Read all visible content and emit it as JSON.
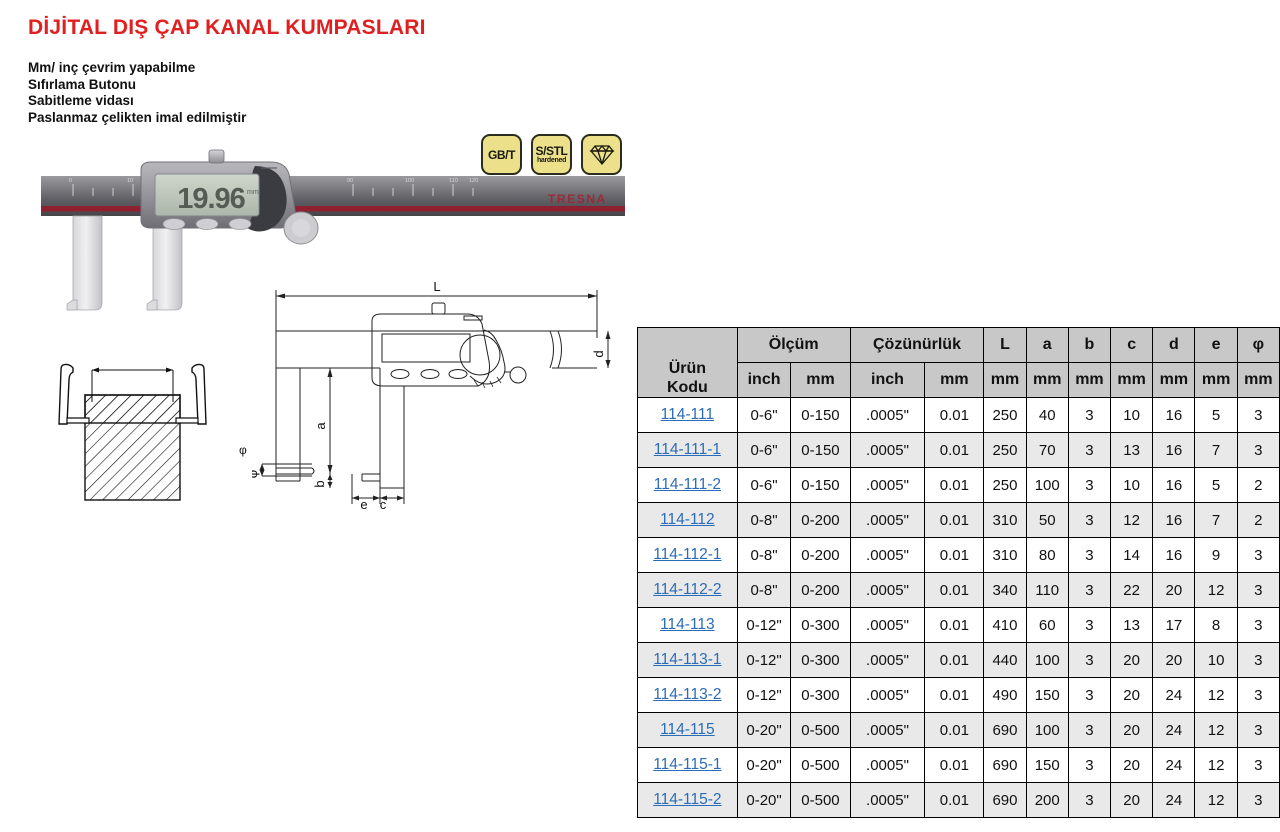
{
  "title": "DİJİTAL DIŞ ÇAP KANAL KUMPASLARI",
  "features": [
    "Mm/ inç çevrim yapabilme",
    "Sıfırlama Butonu",
    "Sabitleme vidası",
    "Paslanmaz çelikten imal edilmiştir"
  ],
  "colors": {
    "title_red": "#e02020",
    "badge_fill": "#ece08a",
    "badge_border": "#2b2b20",
    "link_blue": "#2b6cb8",
    "header_gray": "#c8c8c8",
    "row_stripe": "#e9e9e9",
    "scale_red": "#8f2030"
  },
  "badges": [
    {
      "name": "gbt-badge",
      "main": "GB/T",
      "sub": ""
    },
    {
      "name": "sstl-badge",
      "main": "S/STL",
      "sub": "hardened"
    },
    {
      "name": "diamond-badge",
      "main": "",
      "sub": ""
    }
  ],
  "product_photo": {
    "brand": "TRESNA",
    "display_value": "19.96",
    "display_unit": "mm"
  },
  "dimension_diagram": {
    "labels": [
      "L",
      "a",
      "b",
      "c",
      "d",
      "e",
      "φ"
    ]
  },
  "table": {
    "head": {
      "code": "Ürün\nKodu",
      "code_line1": "Ürün",
      "code_line2": "Kodu",
      "measurement": "Ölçüm",
      "resolution": "Çözünürlük",
      "inch": "inch",
      "mm": "mm",
      "separator": "|",
      "dims": [
        "L",
        "a",
        "b",
        "c",
        "d",
        "e",
        "φ"
      ],
      "dim_unit": "mm"
    },
    "rows": [
      {
        "code": "114-111",
        "range_inch": "0-6\"",
        "range_mm": "0-150",
        "res_inch": ".0005\"",
        "res_mm": "0.01",
        "L": "250",
        "a": "40",
        "b": "3",
        "c": "10",
        "d": "16",
        "e": "5",
        "phi": "3"
      },
      {
        "code": "114-111-1",
        "range_inch": "0-6\"",
        "range_mm": "0-150",
        "res_inch": ".0005\"",
        "res_mm": "0.01",
        "L": "250",
        "a": "70",
        "b": "3",
        "c": "13",
        "d": "16",
        "e": "7",
        "phi": "3"
      },
      {
        "code": "114-111-2",
        "range_inch": "0-6\"",
        "range_mm": "0-150",
        "res_inch": ".0005\"",
        "res_mm": "0.01",
        "L": "250",
        "a": "100",
        "b": "3",
        "c": "10",
        "d": "16",
        "e": "5",
        "phi": "2"
      },
      {
        "code": "114-112",
        "range_inch": "0-8\"",
        "range_mm": "0-200",
        "res_inch": ".0005\"",
        "res_mm": "0.01",
        "L": "310",
        "a": "50",
        "b": "3",
        "c": "12",
        "d": "16",
        "e": "7",
        "phi": "2"
      },
      {
        "code": "114-112-1",
        "range_inch": "0-8\"",
        "range_mm": "0-200",
        "res_inch": ".0005\"",
        "res_mm": "0.01",
        "L": "310",
        "a": "80",
        "b": "3",
        "c": "14",
        "d": "16",
        "e": "9",
        "phi": "3"
      },
      {
        "code": "114-112-2",
        "range_inch": "0-8\"",
        "range_mm": "0-200",
        "res_inch": ".0005\"",
        "res_mm": "0.01",
        "L": "340",
        "a": "110",
        "b": "3",
        "c": "22",
        "d": "20",
        "e": "12",
        "phi": "3"
      },
      {
        "code": "114-113",
        "range_inch": "0-12\"",
        "range_mm": "0-300",
        "res_inch": ".0005\"",
        "res_mm": "0.01",
        "L": "410",
        "a": "60",
        "b": "3",
        "c": "13",
        "d": "17",
        "e": "8",
        "phi": "3"
      },
      {
        "code": "114-113-1",
        "range_inch": "0-12\"",
        "range_mm": "0-300",
        "res_inch": ".0005\"",
        "res_mm": "0.01",
        "L": "440",
        "a": "100",
        "b": "3",
        "c": "20",
        "d": "20",
        "e": "10",
        "phi": "3"
      },
      {
        "code": "114-113-2",
        "range_inch": "0-12\"",
        "range_mm": "0-300",
        "res_inch": ".0005\"",
        "res_mm": "0.01",
        "L": "490",
        "a": "150",
        "b": "3",
        "c": "20",
        "d": "24",
        "e": "12",
        "phi": "3"
      },
      {
        "code": "114-115",
        "range_inch": "0-20\"",
        "range_mm": "0-500",
        "res_inch": ".0005\"",
        "res_mm": "0.01",
        "L": "690",
        "a": "100",
        "b": "3",
        "c": "20",
        "d": "24",
        "e": "12",
        "phi": "3"
      },
      {
        "code": "114-115-1",
        "range_inch": "0-20\"",
        "range_mm": "0-500",
        "res_inch": ".0005\"",
        "res_mm": "0.01",
        "L": "690",
        "a": "150",
        "b": "3",
        "c": "20",
        "d": "24",
        "e": "12",
        "phi": "3"
      },
      {
        "code": "114-115-2",
        "range_inch": "0-20\"",
        "range_mm": "0-500",
        "res_inch": ".0005\"",
        "res_mm": "0.01",
        "L": "690",
        "a": "200",
        "b": "3",
        "c": "20",
        "d": "24",
        "e": "12",
        "phi": "3"
      }
    ]
  }
}
